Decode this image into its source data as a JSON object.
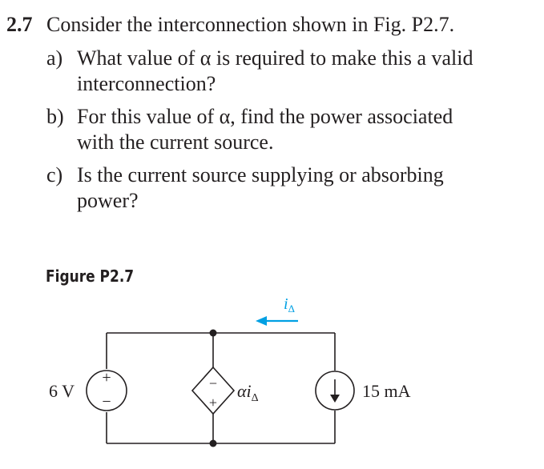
{
  "problem": {
    "number": "2.7",
    "prompt": "Consider the interconnection shown in Fig. P2.7.",
    "parts": [
      {
        "label": "a)",
        "lines": [
          "What value of α is required to make this a valid",
          "interconnection?"
        ]
      },
      {
        "label": "b)",
        "lines": [
          "For this value of α, find the power associated",
          "with the current source."
        ]
      },
      {
        "label": "c)",
        "lines": [
          "Is the current source supplying or absorbing",
          "power?"
        ]
      }
    ]
  },
  "figure": {
    "caption": "Figure P2.7",
    "current_label": "i",
    "current_subscript": "Δ",
    "voltage_source_label": "6 V",
    "dependent_source_label_prefix": "αi",
    "dependent_source_label_subscript": "Δ",
    "current_source_label": "15 mA",
    "plus_sign": "+",
    "minus_sign": "−",
    "accent_color": "#00a0e3",
    "line_color": "#231f20"
  }
}
